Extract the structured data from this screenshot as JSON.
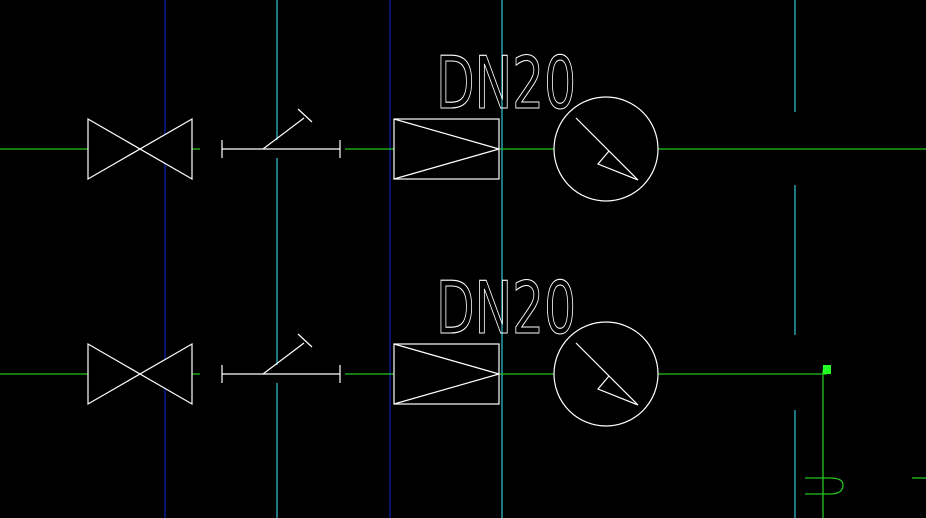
{
  "drawing": {
    "background": "#000000",
    "colors": {
      "pipe": "#22c41c",
      "blue_grid": "#0b1fa8",
      "cyan_grid": "#2fb7c6",
      "symbol": "#ffffff",
      "grip": "#22ff22"
    },
    "rows": [
      {
        "label": "DN20",
        "symbols": [
          "gate-valve",
          "check-valve",
          "reducer",
          "flow-meter"
        ]
      },
      {
        "label": "DN20",
        "symbols": [
          "gate-valve",
          "check-valve",
          "reducer",
          "flow-meter"
        ]
      }
    ]
  }
}
